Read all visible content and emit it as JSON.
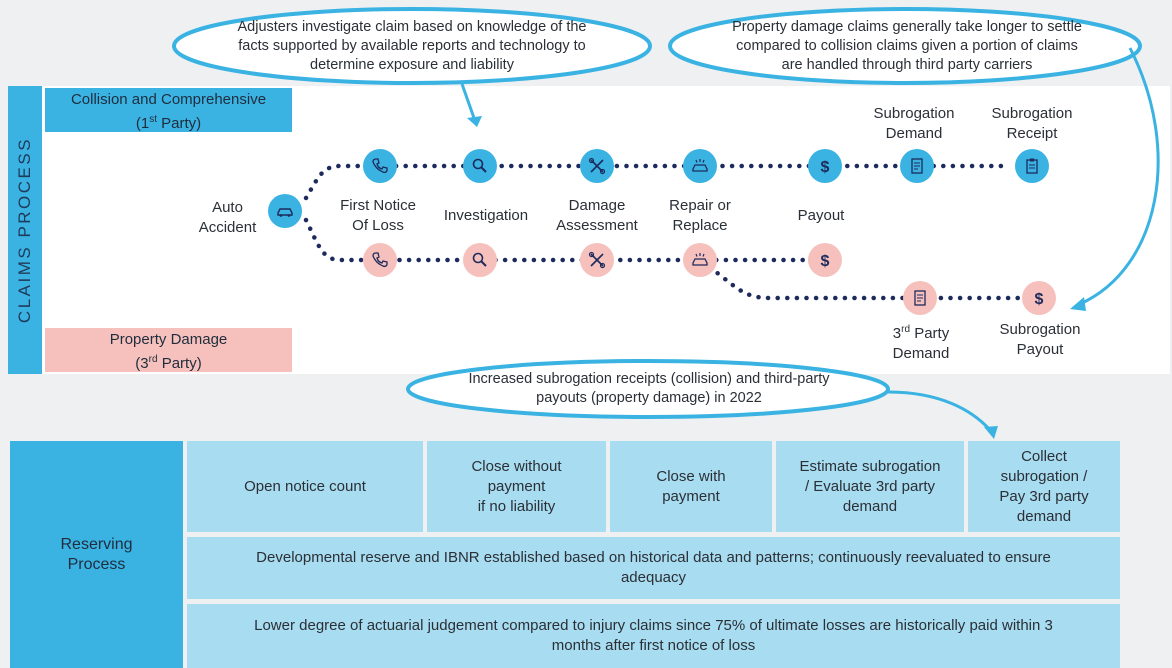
{
  "colors": {
    "blue": "#3ab3e3",
    "pink": "#f6c1bd",
    "light_blue": "#a8dcf0",
    "navy": "#1d2a5c"
  },
  "claims": {
    "side_title": "CLAIMS PROCESS",
    "first_party_header": "Collision and Comprehensive",
    "first_party_sub": "(1st Party)",
    "third_party_header": "Property Damage",
    "third_party_sub": "(3rd Party)",
    "start": {
      "label_line1": "Auto",
      "label_line2": "Accident",
      "icon": "car-icon"
    },
    "steps": [
      {
        "line1": "First Notice",
        "line2": "Of Loss",
        "icon": "phone-icon"
      },
      {
        "line1": "Investigation",
        "line2": "",
        "icon": "magnifier-icon"
      },
      {
        "line1": "Damage",
        "line2": "Assessment",
        "icon": "tools-icon"
      },
      {
        "line1": "Repair or",
        "line2": "Replace",
        "icon": "car-repair-icon"
      },
      {
        "line1": "Payout",
        "line2": "",
        "icon": "dollar-icon"
      }
    ],
    "subrogation_demand": {
      "line1": "Subrogation",
      "line2": "Demand",
      "icon": "document-icon"
    },
    "subrogation_receipt": {
      "line1": "Subrogation",
      "line2": "Receipt",
      "icon": "clipboard-icon"
    },
    "third_party_demand": {
      "sup": "rd",
      "line1a": "3",
      "line1b": " Party",
      "line2": "Demand",
      "icon": "document-icon"
    },
    "subrogation_payout": {
      "line1": "Subrogation",
      "line2": "Payout",
      "icon": "dollar-icon"
    }
  },
  "callouts": {
    "investigate": {
      "l1": "Adjusters investigate claim based on knowledge of the",
      "l2": "facts supported by available reports and technology to",
      "l3": "determine exposure and liability"
    },
    "property": {
      "l1": "Property damage claims generally take longer to settle",
      "l2": "compared to collision claims given a portion of claims",
      "l3": "are handled through third party carriers"
    },
    "subrogation": {
      "l1": "Increased subrogation receipts (collision) and third-party",
      "l2": "payouts (property damage) in 2022"
    }
  },
  "reserving": {
    "side_l1": "Reserving",
    "side_l2": "Process",
    "cells": [
      {
        "l1": "Open notice count",
        "l2": "",
        "l3": "",
        "l4": ""
      },
      {
        "l1": "Close without",
        "l2": "payment",
        "l3": "if no liability",
        "l4": ""
      },
      {
        "l1": "Close with",
        "l2": "payment",
        "l3": "",
        "l4": ""
      },
      {
        "l1": "Estimate subrogation",
        "l2": "/ Evaluate 3rd party",
        "l3": "demand",
        "l4": ""
      },
      {
        "l1": "Collect",
        "l2": "subrogation /",
        "l3": "Pay 3rd party",
        "l4": "demand"
      }
    ],
    "row2_l1": "Developmental reserve and IBNR established based on historical data and patterns; continuously reevaluated to ensure",
    "row2_l2": "adequacy",
    "row3_l1": "Lower degree of actuarial judgement compared to injury claims since 75% of ultimate losses are historically paid within 3",
    "row3_l2": "months after first notice of loss"
  }
}
